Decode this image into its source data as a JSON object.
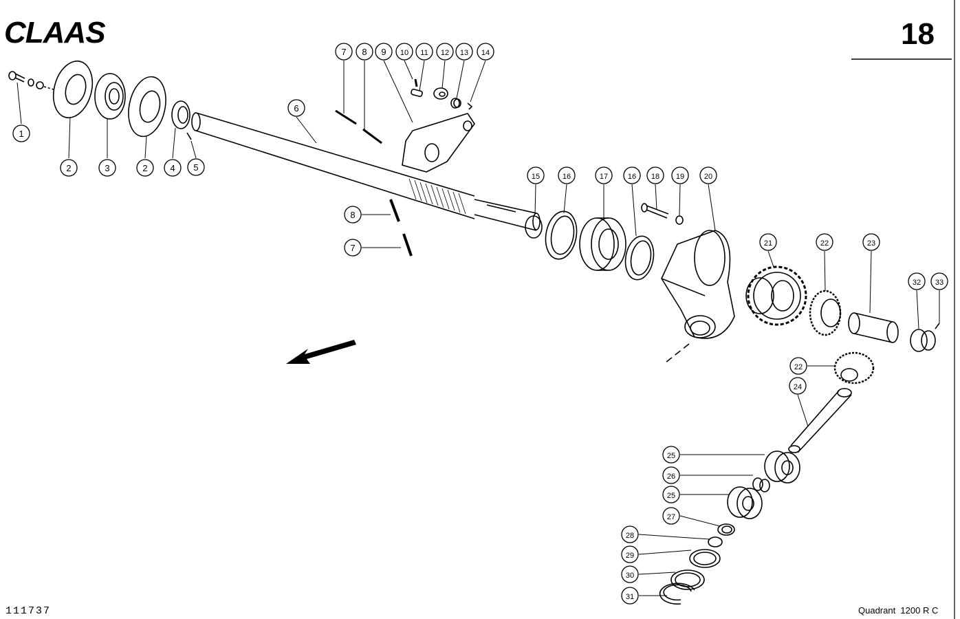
{
  "brand": {
    "logo_text": "CLAAS"
  },
  "page_number": "18",
  "drawing_number": "111737",
  "model": "Quadrant  1200 R C",
  "callouts": [
    "1",
    "2",
    "3",
    "2",
    "4",
    "5",
    "6",
    "7",
    "8",
    "9",
    "10",
    "11",
    "12",
    "13",
    "14",
    "8",
    "7",
    "15",
    "16",
    "17",
    "16",
    "18",
    "19",
    "20",
    "21",
    "22",
    "23",
    "32",
    "33",
    "22",
    "24",
    "25",
    "26",
    "25",
    "27",
    "28",
    "29",
    "30",
    "31"
  ]
}
